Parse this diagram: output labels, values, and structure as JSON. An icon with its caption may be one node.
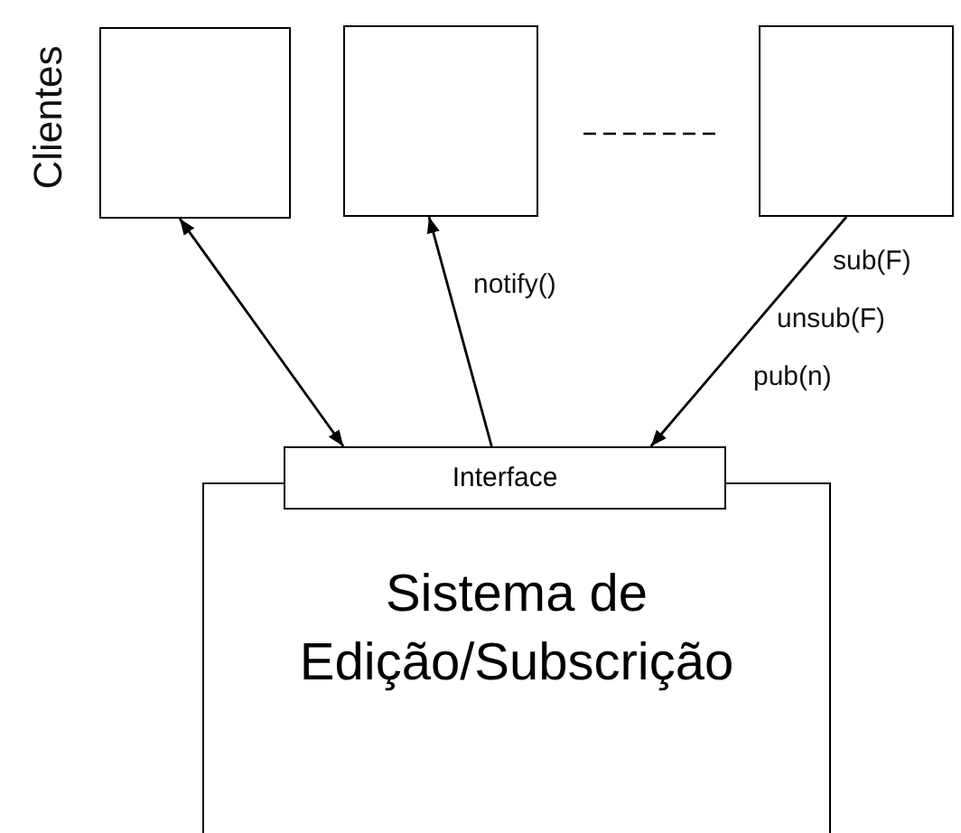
{
  "diagram": {
    "nodes": [
      {
        "text": [],
        "shape": "box"
      },
      {
        "text": [],
        "shape": "box"
      },
      {
        "text": [],
        "shape": "box"
      },
      {
        "text": [
          "Interface"
        ]
      },
      {
        "text": [
          "Sistema de Edição/Subscrição"
        ]
      }
    ],
    "edges": [
      {
        "from": 0,
        "to": 3,
        "arrow": "both"
      },
      {
        "from": 3,
        "to": 1,
        "arrow": "to",
        "label": "notify()"
      },
      {
        "from": 2,
        "to": 3,
        "arrow": "to"
      }
    ],
    "labels": [
      "Clientes",
      "sub(F)",
      "unsub(F)",
      "pub(n)"
    ]
  }
}
